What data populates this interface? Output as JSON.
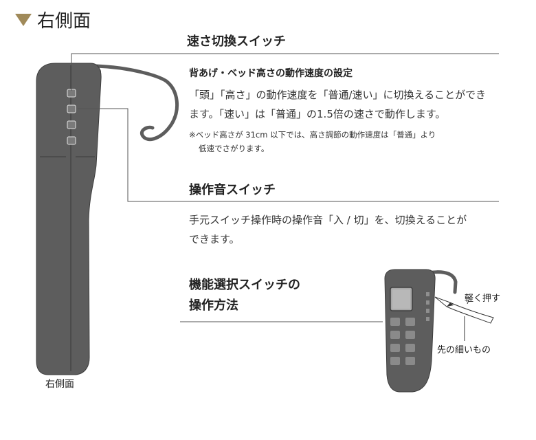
{
  "header": {
    "title": "右側面"
  },
  "speed_switch": {
    "title": "速さ切換スイッチ",
    "subtitle": "背あげ・ベッド高さの動作速度の設定",
    "body_line1": "「頭」「高さ」の動作速度を「普通/速い」に切換えることができ",
    "body_line2": "ます。「速い」は「普通」の1.5倍の速さで動作します。",
    "note_line1": "※ベッド高さが 31cm 以下では、高さ調節の動作速度は「普通」より",
    "note_line2": "低速でさがります。"
  },
  "sound_switch": {
    "title": "操作音スイッチ",
    "body_line1": "手元スイッチ操作時の操作音「入 / 切」を、切換えることが",
    "body_line2": "できます。"
  },
  "function_switch": {
    "title_line1": "機能選択スイッチの",
    "title_line2": "操作方法",
    "label_press": "軽く押す",
    "label_tool": "先の細いもの"
  },
  "device": {
    "caption": "右側面"
  },
  "colors": {
    "accent": "#a08a5a",
    "device_body": "#5d5d5d",
    "device_dark": "#474747"
  }
}
